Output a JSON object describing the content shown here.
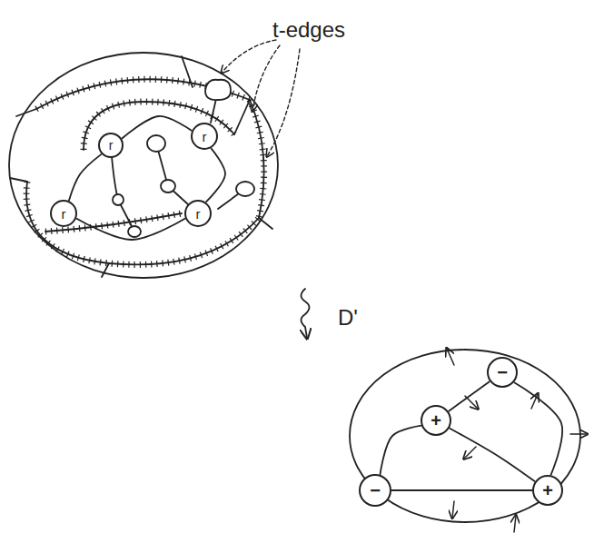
{
  "diagram": {
    "nodes": [
      {
        "text": [
          "r"
        ]
      },
      {
        "text": [
          "r"
        ]
      },
      {
        "text": [
          "r"
        ]
      },
      {
        "text": [
          "r"
        ]
      },
      {
        "text": [
          "D'"
        ]
      },
      {
        "text": [
          "−"
        ],
        "in": 4
      },
      {
        "text": [
          "+"
        ],
        "in": 4
      },
      {
        "text": [
          "−"
        ],
        "in": 4
      },
      {
        "text": [
          "+"
        ],
        "in": 4
      }
    ],
    "edges": [
      {
        "from": 0,
        "to": 1,
        "arrow": "none"
      },
      {
        "from": 1,
        "to": 2,
        "arrow": "none"
      },
      {
        "from": 2,
        "to": 3,
        "arrow": "none"
      },
      {
        "from": 0,
        "to": 3,
        "arrow": "none"
      },
      {
        "from": 6,
        "to": 5,
        "arrow": "none"
      },
      {
        "from": 6,
        "to": 7,
        "arrow": "none"
      },
      {
        "from": 6,
        "to": 8,
        "arrow": "none"
      },
      {
        "from": 7,
        "to": 8,
        "arrow": "none"
      },
      {
        "from": 5,
        "to": 8,
        "arrow": "none"
      }
    ],
    "labels": [
      "t-edges"
    ]
  }
}
